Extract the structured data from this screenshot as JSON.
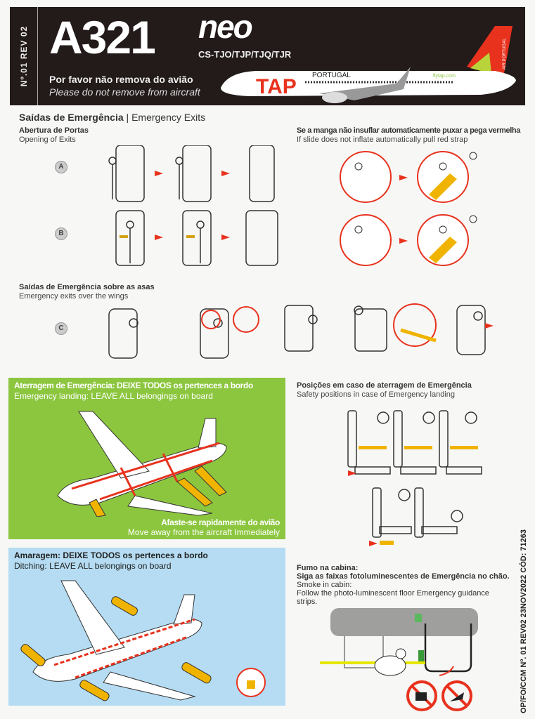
{
  "header": {
    "doc_ref": "Nº.01 REV 02",
    "model": "A321",
    "model_suffix": "neo",
    "registrations": "CS-TJO/TJP/TJQ/TJR",
    "notice_pt": "Por favor não remova do avião",
    "notice_en": "Please do not remove from aircraft",
    "livery_text": "PORTUGAL",
    "livery_logo": "TAP",
    "livery_url": "flytap.com",
    "tail_text": "AIR PORTUGAL"
  },
  "exits": {
    "title_pt": "Saídas de Emergência",
    "title_en": "Emergency Exits",
    "doors_pt": "Abertura de Portas",
    "doors_en": "Opening of Exits",
    "slide_pt": "Se a manga não insuflar automaticamente puxar a pega vermelha",
    "slide_en": "If slide does not inflate automatically pull red strap",
    "wings_pt": "Saídas de Emergência sobre as asas",
    "wings_en": "Emergency exits over the wings",
    "rows": [
      "A",
      "B",
      "C"
    ]
  },
  "landing": {
    "title_pt": "Aterragem de Emergência: DEIXE TODOS os pertences a bordo",
    "title_en": "Emergency landing: LEAVE ALL belongings on board",
    "move_pt": "Afaste-se rapidamente do avião",
    "move_en": "Move away from the aircraft Immediately"
  },
  "positions": {
    "title_pt": "Posições em caso de aterragem de Emergência",
    "title_en": "Safety positions in case of Emergency landing"
  },
  "ditching": {
    "title_pt": "Amaragem: DEIXE TODOS os pertences a bordo",
    "title_en": "Ditching: LEAVE ALL belongings on board"
  },
  "smoke": {
    "title_pt": "Fumo na cabina:",
    "instr_pt": "Siga as faixas  fotoluminescentes de Emergência no chão.",
    "title_en": "Smoke in cabin:",
    "instr_en": "Follow the photo-luminescent floor Emergency guidance strips."
  },
  "footer_code": "OP/FO/CCM Nº. 01 REV02 23NOV2022 CÓD: 71263",
  "colors": {
    "header": "#231a1a",
    "green": "#8cc63f",
    "blue": "#b5dcf2",
    "red": "#e8321e"
  }
}
